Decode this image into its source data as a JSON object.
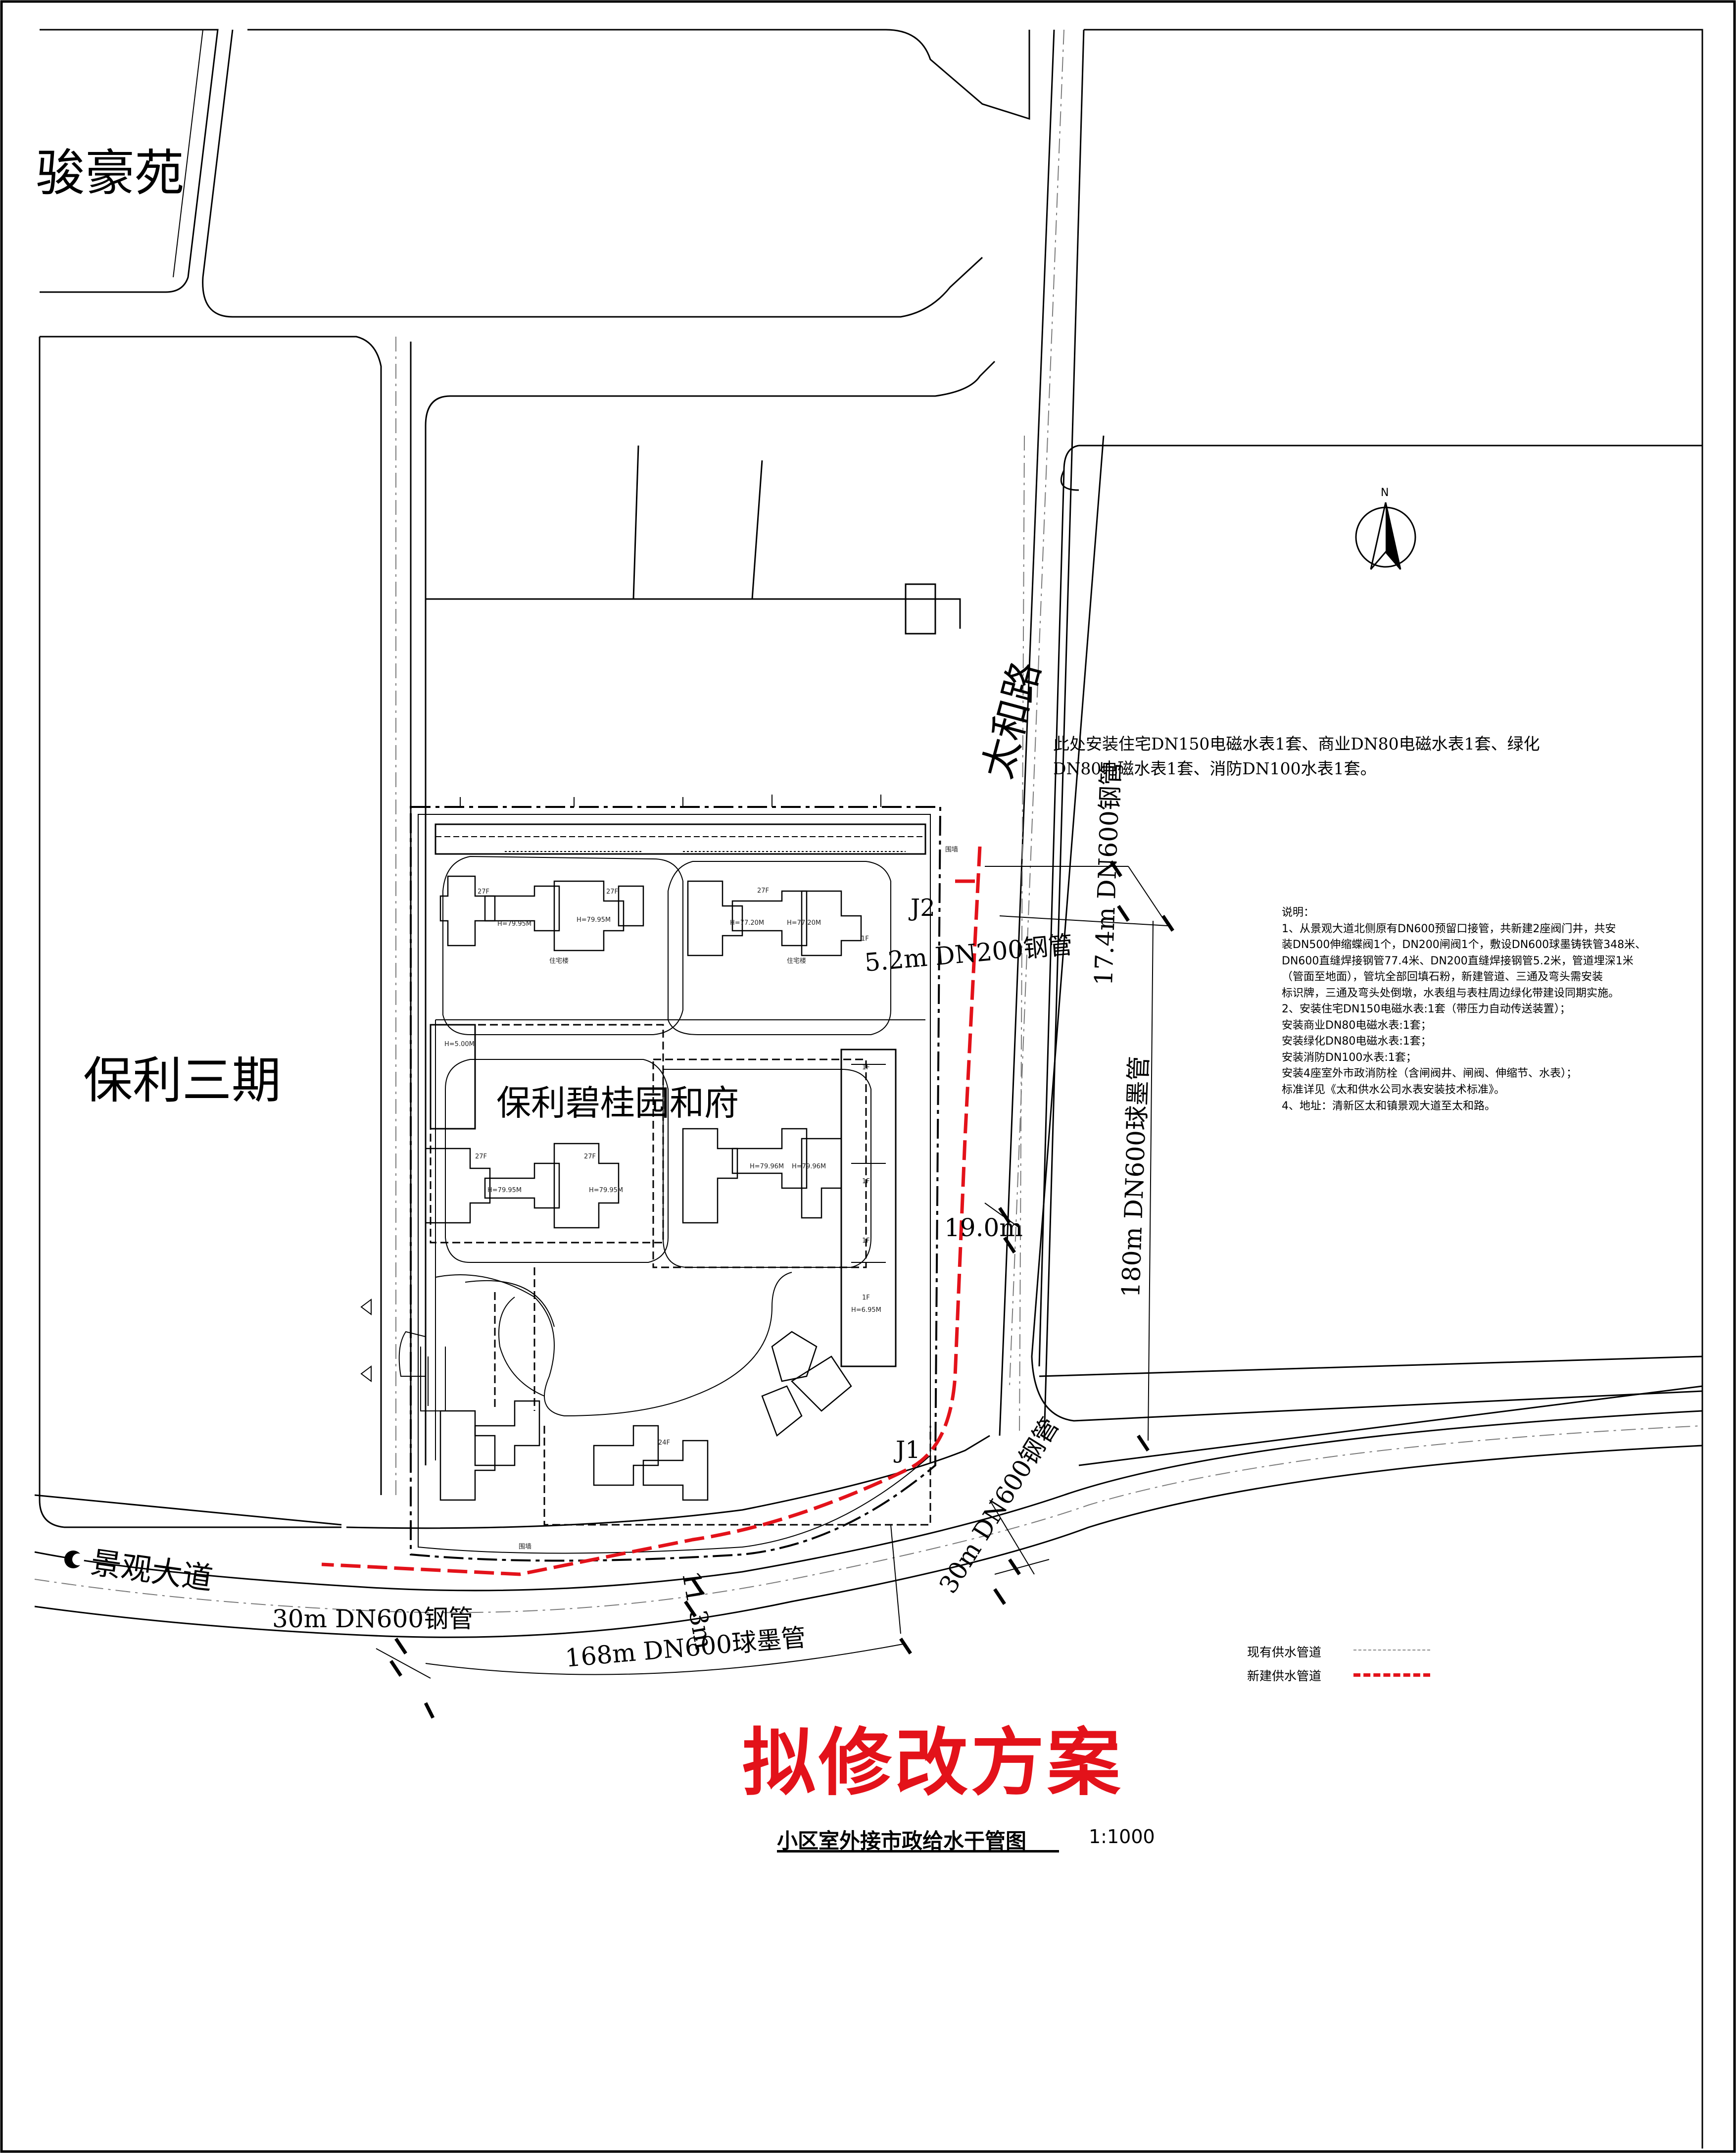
{
  "labels": {
    "junhaoyuan": "骏豪苑",
    "baoli3": "保利三期",
    "project_name": "保利碧桂园和府",
    "taihe_road": "太和路",
    "jingguan_avenue": "景观大道",
    "north_arrow": "N"
  },
  "dimensions": {
    "dn600_steel_top": "17.4m DN600钢管",
    "dn200_steel": "5.2m DN200钢管",
    "dn600_ductile_east": "180m DN600球墨管",
    "len_19": "19.0m",
    "dn600_steel_j1": "30m DN600钢管",
    "len_11_3": "11.3m",
    "dn600_steel_west": "30m DN600钢管",
    "dn600_ductile_south": "168m DN600球墨管"
  },
  "junctions": {
    "j1": "J1",
    "j2": "J2"
  },
  "callout": {
    "line1": "此处安装住宅DN150电磁水表1套、商业DN80电磁水表1套、绿化",
    "line2": "DN80电磁水表1套、消防DN100水表1套。"
  },
  "notes": {
    "heading": "说明：",
    "lines": [
      "1、从景观大道北侧原有DN600预留口接管，共新建2座阀门井，共安",
      "装DN500伸缩蝶阀1个，DN200闸阀1个，敷设DN600球墨铸铁管348米、",
      "DN600直缝焊接钢管77.4米、DN200直缝焊接钢管5.2米，管道埋深1米",
      "（管面至地面），管坑全部回填石粉，新建管道、三通及弯头需安装",
      "标识牌，三通及弯头处倒墩，水表组与表柱周边绿化带建设同期实施。",
      "2、安装住宅DN150电磁水表:1套（带压力自动传送装置）；",
      "    安装商业DN80电磁水表:1套；",
      "    安装绿化DN80电磁水表:1套；",
      "    安装消防DN100水表:1套；",
      "    安装4座室外市政消防栓（含闸阀井、闸阀、伸缩节、水表）；",
      "    标准详见《太和供水公司水表安装技术标准》。",
      "4、地址：清新区太和镇景观大道至太和路。"
    ]
  },
  "legend": {
    "existing": "现有供水管道",
    "new": "新建供水管道"
  },
  "title": {
    "proposal": "拟修改方案",
    "drawing": "小区室外接市政给水干管图",
    "scale": "1:1000"
  },
  "building_labels": {
    "h_a": "H=79.95M",
    "h_b": "H=77.20M",
    "h_c": "H=79.96M",
    "h_d": "H=5.00M",
    "h_e": "H=6.95M",
    "f27": "27F",
    "f1": "1F",
    "f24": "24F",
    "gate": "围墙",
    "house": "住宅楼"
  },
  "colors": {
    "new_pipe": "#e3121a",
    "line": "#000000",
    "faint": "#7a7a7a"
  }
}
